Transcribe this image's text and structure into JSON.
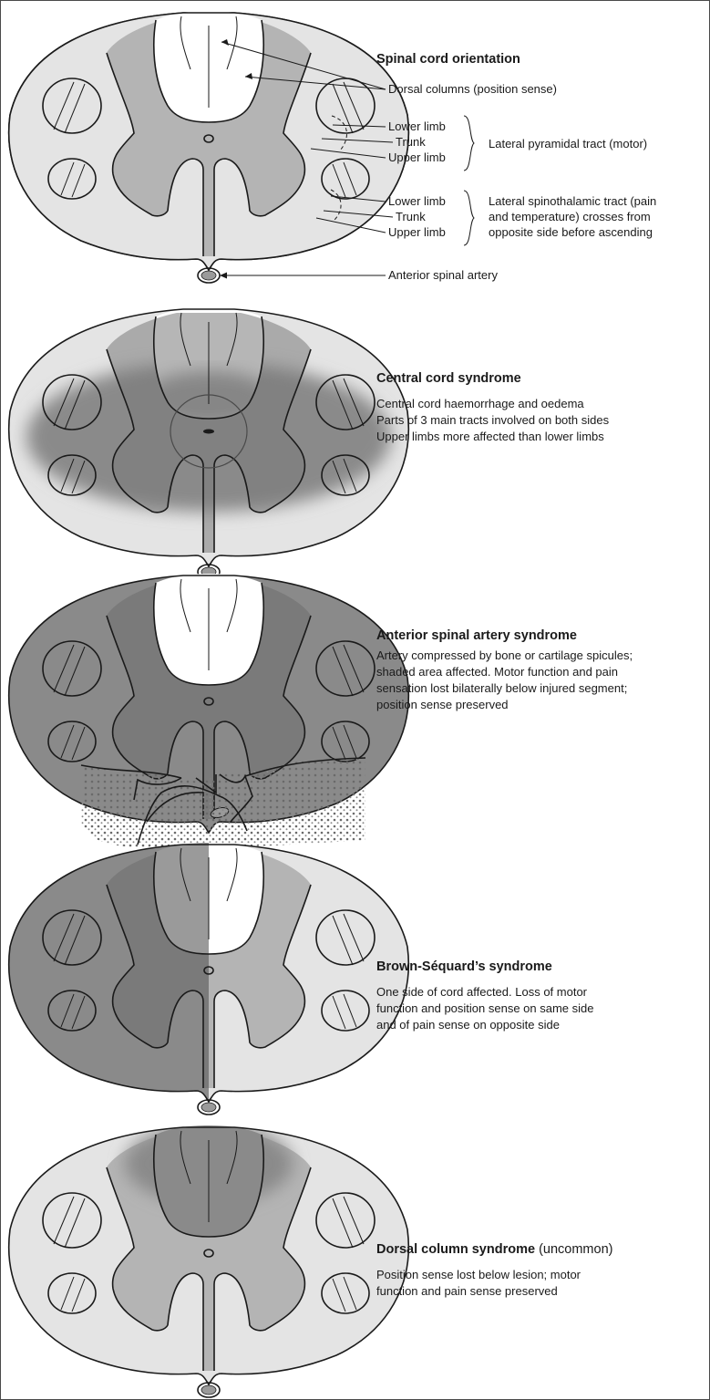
{
  "panels": [
    {
      "id": "orientation",
      "title": "Spinal cord orientation",
      "labels": {
        "dorsal_columns": "Dorsal columns (position sense)",
        "pyramidal_lower": "Lower limb",
        "pyramidal_trunk": "Trunk",
        "pyramidal_upper": "Upper limb",
        "pyramidal_tract": "Lateral pyramidal tract (motor)",
        "spinothalamic_lower": "Lower limb",
        "spinothalamic_trunk": "Trunk",
        "spinothalamic_upper": "Upper limb",
        "spinothalamic_tract": [
          "Lateral spinothalamic tract (pain",
          "and temperature) crosses from",
          "opposite side before ascending"
        ],
        "artery": "Anterior spinal artery"
      }
    },
    {
      "id": "central-cord",
      "title": "Central cord syndrome",
      "lines": [
        "Central cord haemorrhage and oedema",
        "Parts of 3 main tracts involved on both sides",
        "Upper limbs more affected than lower limbs"
      ]
    },
    {
      "id": "anterior-spinal-artery",
      "title": "Anterior spinal artery syndrome",
      "lines": [
        "Artery compressed by bone or cartilage spicules;",
        "shaded area affected. Motor function and pain",
        "sensation lost bilaterally below injured segment;",
        "position sense preserved"
      ]
    },
    {
      "id": "brown-sequard",
      "title": "Brown-Séquard’s syndrome",
      "lines": [
        "One side of cord affected. Loss of motor",
        "function and position sense on same side",
        "and of pain sense on opposite side"
      ]
    },
    {
      "id": "dorsal-column",
      "title": "Dorsal column syndrome",
      "title_suffix": " (uncommon)",
      "lines": [
        "Position sense lost below lesion; motor",
        "function and pain sense preserved"
      ]
    }
  ],
  "colors": {
    "white_matter": "#e4e4e4",
    "grey_matter": "#b4b4b4",
    "affected": "#8a8a8a",
    "outline": "#1a1a1a"
  }
}
